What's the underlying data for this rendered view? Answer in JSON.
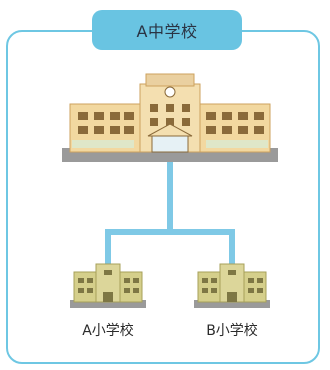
{
  "diagram": {
    "title": "A中学校",
    "middle_school": {
      "icon": "school-building-icon"
    },
    "children": [
      {
        "label": "A小学校",
        "icon": "small-school-building-icon"
      },
      {
        "label": "B小学校",
        "icon": "small-school-building-icon"
      }
    ],
    "colors": {
      "frame": "#6ec7e3",
      "badge": "#69c4e2",
      "connector": "#7fc9e6",
      "building": "#f2d8a0",
      "small_building": "#d5cf8b"
    }
  }
}
